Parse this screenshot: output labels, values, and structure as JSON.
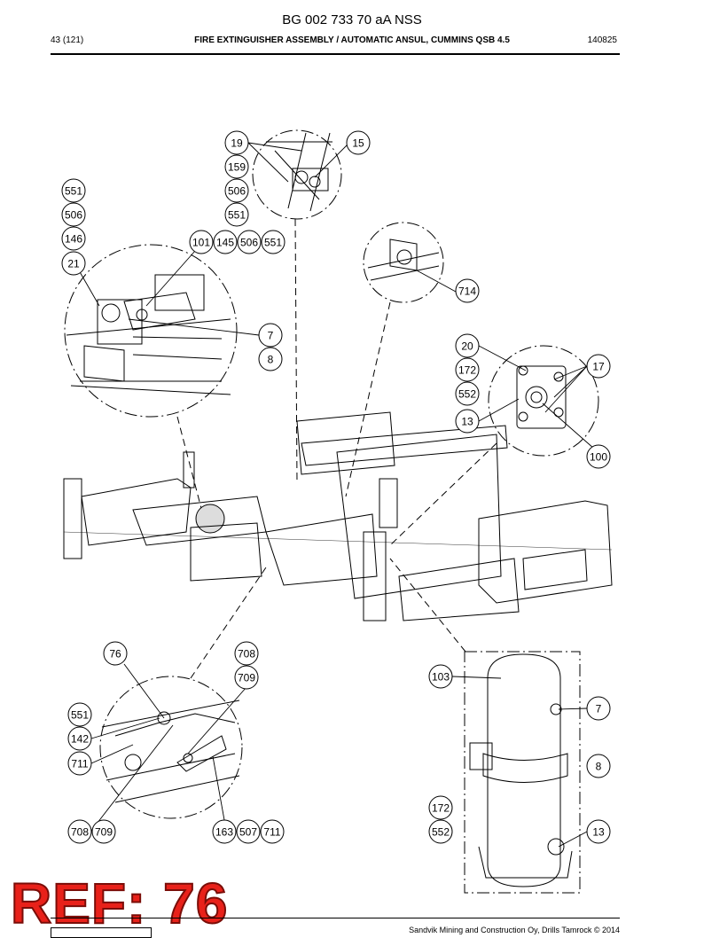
{
  "header": {
    "doc_number": "BG 002 733 70 aA NSS",
    "page": "43 (121)",
    "title": "FIRE EXTINGUISHER ASSEMBLY / AUTOMATIC ANSUL, CUMMINS QSB 4.5",
    "code": "140825"
  },
  "stamp": "REF: 76",
  "footer": {
    "copyright": "Sandvik Mining and Construction Oy, Drills Tamrock © 2014"
  },
  "callouts": {
    "c19": "19",
    "c15": "15",
    "c159": "159",
    "c506a": "506",
    "c551a": "551",
    "c551b": "551",
    "c506b": "506",
    "c146": "146",
    "c21": "21",
    "c101": "101",
    "c145": "145",
    "c506c": "506",
    "c551c": "551",
    "c714": "714",
    "c7a": "7",
    "c8a": "8",
    "c20": "20",
    "c172a": "172",
    "c552a": "552",
    "c13a": "13",
    "c17": "17",
    "c100": "100",
    "c76": "76",
    "c708a": "708",
    "c709a": "709",
    "c551d": "551",
    "c142": "142",
    "c711a": "711",
    "c708b": "708",
    "c709b": "709",
    "c163": "163",
    "c507": "507",
    "c711b": "711",
    "c103": "103",
    "c7b": "7",
    "c8b": "8",
    "c172b": "172",
    "c552b": "552",
    "c13b": "13"
  }
}
